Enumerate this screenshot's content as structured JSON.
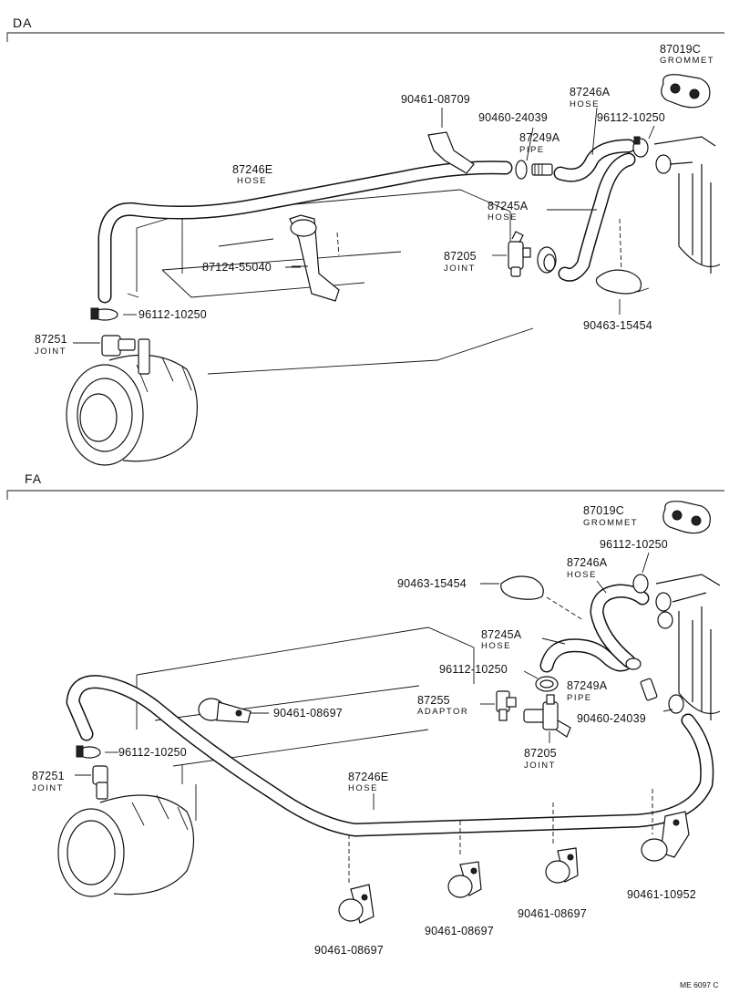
{
  "sections": {
    "da": "DA",
    "fa": "FA"
  },
  "da": {
    "grommet_num": "87019C",
    "grommet_name": "GROMMET",
    "clamp_top_num": "90461-08709",
    "clamp_small_num": "90460-24039",
    "hose_a_num": "87246A",
    "hose_a_name": "HOSE",
    "clip_right_num": "96112-10250",
    "pipe_num": "87249A",
    "pipe_name": "PIPE",
    "hose_e_num": "87246E",
    "hose_e_name": "HOSE",
    "hose_45_num": "87245A",
    "hose_45_name": "HOSE",
    "joint_205_num": "87205",
    "joint_205_name": "JOINT",
    "bracket_num": "87124-55040",
    "clip_left_num": "96112-10250",
    "joint_251_num": "87251",
    "joint_251_name": "JOINT",
    "band_num": "90463-15454"
  },
  "fa": {
    "grommet_num": "87019C",
    "grommet_name": "GROMMET",
    "clip_top_num": "96112-10250",
    "hose_a_num": "87246A",
    "hose_a_name": "HOSE",
    "band_num": "90463-15454",
    "hose_45_num": "87245A",
    "hose_45_name": "HOSE",
    "clip_mid_num": "96112-10250",
    "pipe_num": "87249A",
    "pipe_name": "PIPE",
    "clamp_mid_num": "90461-08697",
    "adaptor_num": "87255",
    "adaptor_name": "ADAPTOR",
    "clamp_small_num": "90460-24039",
    "clip_left_num": "96112-10250",
    "joint_251_num": "87251",
    "joint_251_name": "JOINT",
    "joint_205_num": "87205",
    "joint_205_name": "JOINT",
    "hose_e_num": "87246E",
    "hose_e_name": "HOSE",
    "clamp_a_num": "90461-08697",
    "clamp_b_num": "90461-08697",
    "clamp_c_num": "90461-08697",
    "clamp_d_num": "90461-10952"
  },
  "footer_code": "ME 6097 C"
}
